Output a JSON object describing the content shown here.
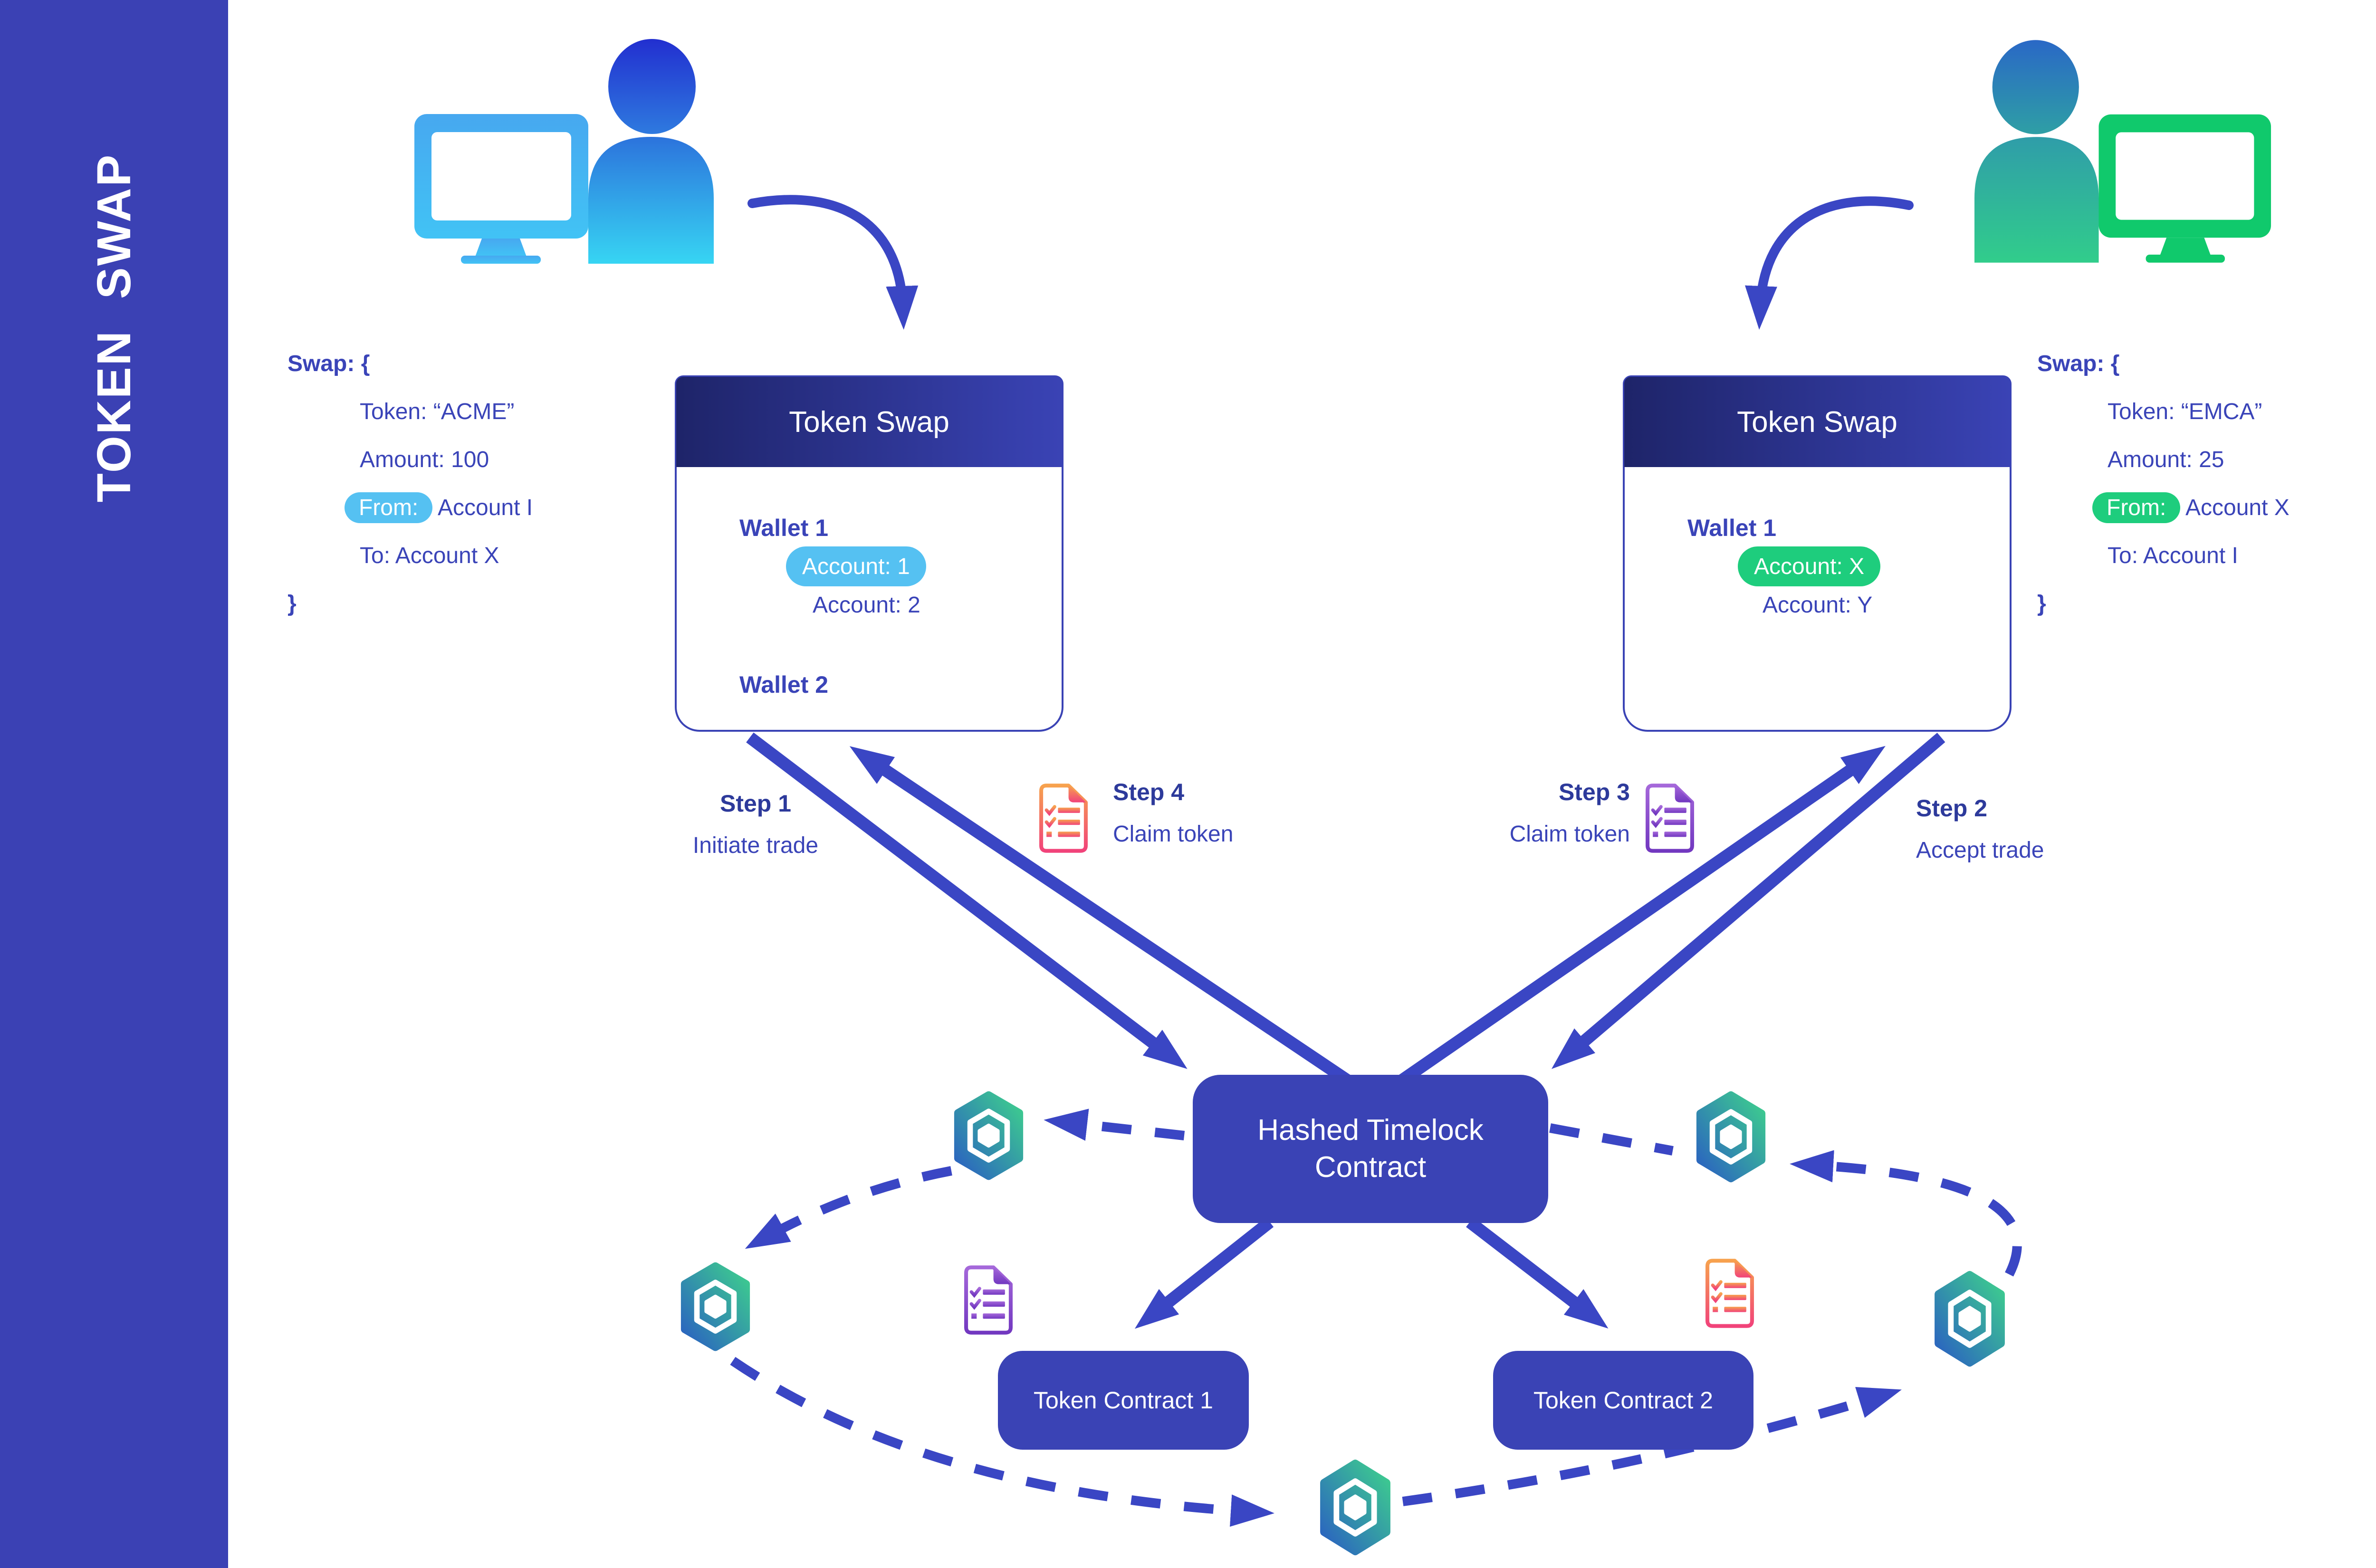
{
  "sidebar": {
    "title": "TOKEN SWAP"
  },
  "left_code": {
    "header": "Swap: {",
    "token": "Token: “ACME”",
    "amount": "Amount: 100",
    "from_label": "From:",
    "from_value": "Account I",
    "to": "To: Account X",
    "footer": "}"
  },
  "right_code": {
    "header": "Swap: {",
    "token": "Token: “EMCA”",
    "amount": "Amount: 25",
    "from_label": "From:",
    "from_value": "Account X",
    "to": "To: Account I",
    "footer": "}"
  },
  "left_box": {
    "title": "Token Swap",
    "wallet1": "Wallet 1",
    "account1": "Account: 1",
    "account2": "Account: 2",
    "wallet2": "Wallet 2"
  },
  "right_box": {
    "title": "Token Swap",
    "wallet1": "Wallet 1",
    "account_x": "Account: X",
    "account_y": "Account: Y"
  },
  "steps": {
    "s1": {
      "title": "Step 1",
      "label": "Initiate trade"
    },
    "s2": {
      "title": "Step 2",
      "label": "Accept trade"
    },
    "s3": {
      "title": "Step 3",
      "label": "Claim token"
    },
    "s4": {
      "title": "Step 4",
      "label": "Claim token"
    }
  },
  "htlc": {
    "line1": "Hashed Timelock",
    "line2": "Contract"
  },
  "contracts": {
    "c1": "Token Contract 1",
    "c2": "Token Contract 2"
  },
  "colors": {
    "sidebar": "#3B41B4",
    "indigo_box": "#3A43B5",
    "arrow": "#3A46C4",
    "blue_pill": "#55C1F2",
    "green_pill": "#1ECD7D",
    "monitor_blue": "#45ABF1",
    "monitor_green": "#10C96C",
    "doc_red_top": "#F7A24E",
    "doc_red_bottom": "#F1437A",
    "doc_purple_top": "#A568DA",
    "doc_purple_bottom": "#7238C0",
    "hex_green": "#3ED08D",
    "hex_blue": "#2A5FC2"
  }
}
